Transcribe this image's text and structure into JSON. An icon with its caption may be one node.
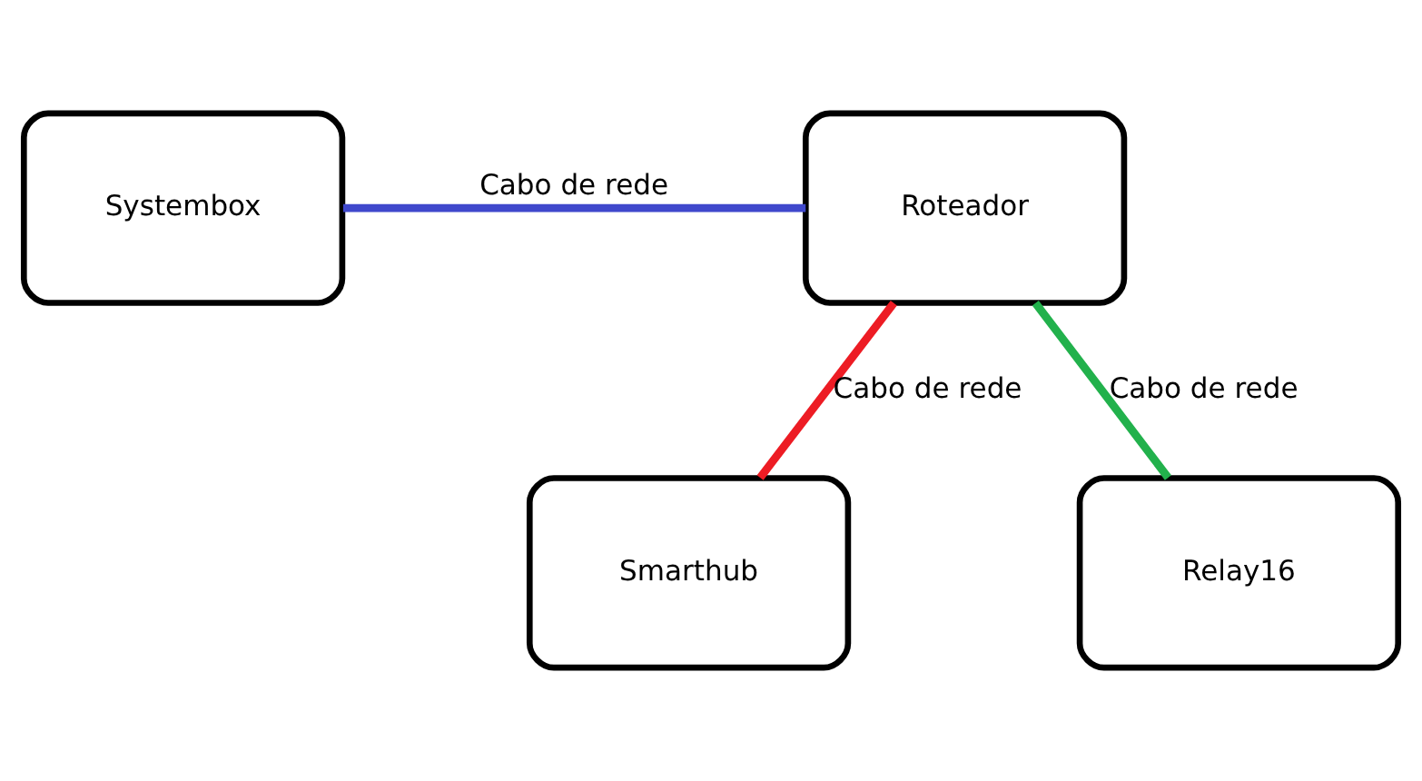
{
  "diagram": {
    "nodes": [
      {
        "text": [
          "Systembox"
        ]
      },
      {
        "text": [
          "Roteador"
        ]
      },
      {
        "text": [
          "Smarthub"
        ]
      },
      {
        "text": [
          "Relay16"
        ]
      }
    ],
    "edges": [
      {
        "from": 0,
        "to": 1,
        "arrow": "none",
        "label": "Cabo de rede",
        "color": "#3f48cc"
      },
      {
        "from": 1,
        "to": 2,
        "arrow": "none",
        "label": "Cabo de rede",
        "color": "#ed1c24"
      },
      {
        "from": 1,
        "to": 3,
        "arrow": "none",
        "label": "Cabo de rede",
        "color": "#22b14c"
      }
    ]
  }
}
